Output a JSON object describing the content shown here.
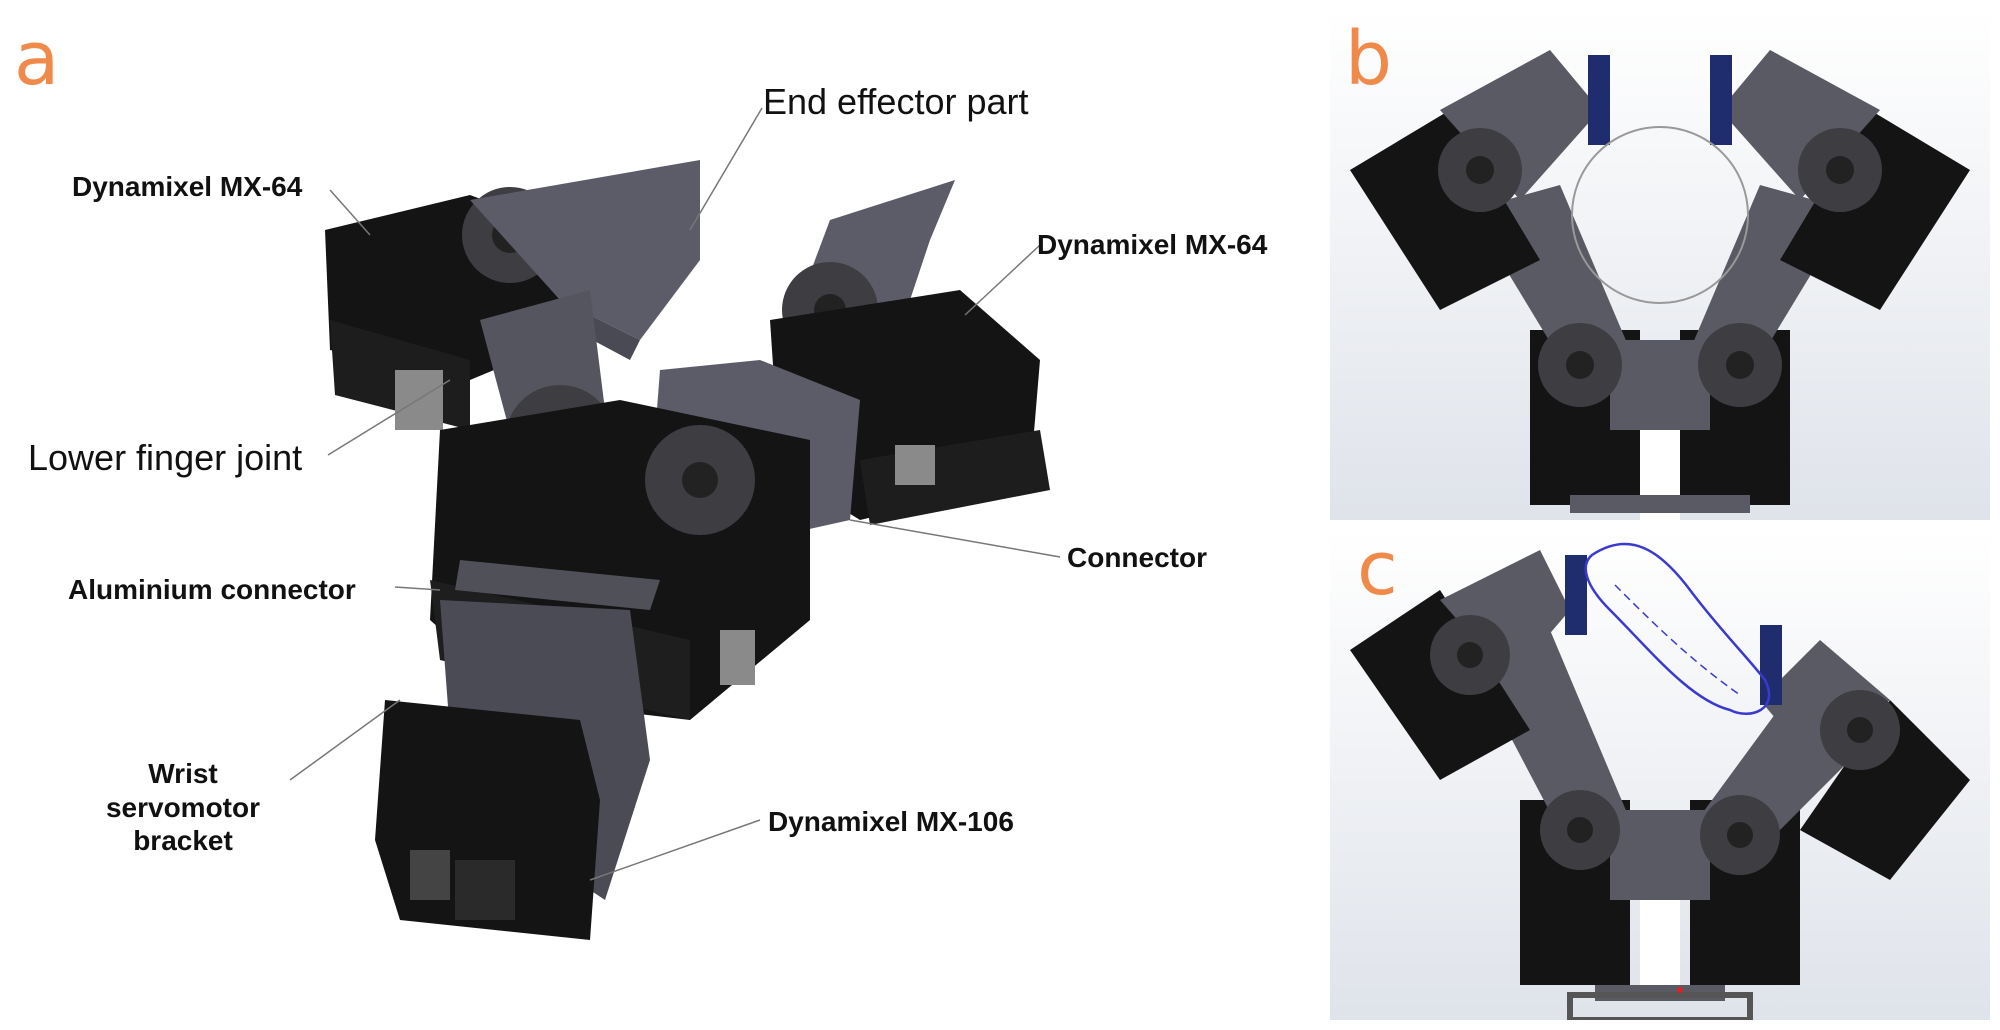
{
  "panels": {
    "a": {
      "letter": "a"
    },
    "b": {
      "letter": "b"
    },
    "c": {
      "letter": "c"
    }
  },
  "colors": {
    "panel_letter": "#f08a4b",
    "servo_body": "#151515",
    "link_gray": "#5a5a64",
    "horn_gray": "#3d3d42",
    "grip_pad_blue": "#1f2c6e",
    "trajectory_blue": "#3a3ad0",
    "label_text": "#111111"
  },
  "labels": {
    "end_effector": "End effector part",
    "mx64_left": "Dynamixel MX-64",
    "mx64_right": "Dynamixel MX-64",
    "lower_finger": "Lower finger joint",
    "aluminium_connector": "Aluminium connector",
    "connector": "Connector",
    "wrist_bracket": "Wrist\nservomotor\nbracket",
    "mx106": "Dynamixel MX-106"
  }
}
